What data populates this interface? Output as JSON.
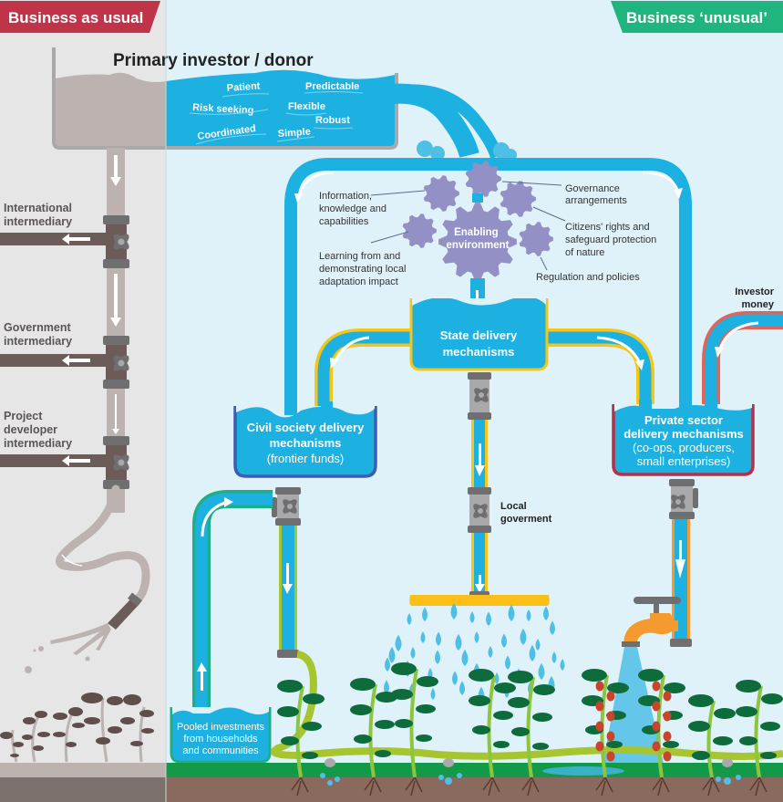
{
  "headers": {
    "left": "Business as usual",
    "right": "Business ‘unusual’"
  },
  "title": "Primary investor / donor",
  "donor_qualities": [
    "Patient",
    "Predictable",
    "Risk seeking",
    "Flexible",
    "Robust",
    "Coordinated",
    "Simple"
  ],
  "business_as_usual": {
    "intermediaries": [
      {
        "line1": "International",
        "line2": "intermediary",
        "line3": ""
      },
      {
        "line1": "Government",
        "line2": "intermediary",
        "line3": ""
      },
      {
        "line1": "Project",
        "line2": "developer",
        "line3": "intermediary"
      }
    ]
  },
  "enabling_environment": {
    "center_line1": "Enabling",
    "center_line2": "environment",
    "factors": {
      "info": [
        "Information,",
        "knowledge and",
        "capabilities"
      ],
      "learning": [
        "Learning from and",
        "demonstrating local",
        "adaptation impact"
      ],
      "governance": [
        "Governance",
        "arrangements"
      ],
      "citizens": [
        "Citizens' rights and",
        "safeguard protection",
        "of nature"
      ],
      "regulation": [
        "Regulation and policies"
      ]
    }
  },
  "tanks": {
    "state": {
      "line1": "State delivery",
      "line2": "mechanisms"
    },
    "civil": {
      "line1": "Civil society delivery",
      "line2": "mechanisms",
      "line3": "(frontier funds)"
    },
    "private": {
      "line1": "Private sector",
      "line2": "delivery mechanisms",
      "line3": "(co-ops, producers,",
      "line4": "small enterprises)"
    },
    "pooled": {
      "line1": "Pooled investments",
      "line2": "from households",
      "line3": "and communities"
    }
  },
  "labels": {
    "investor_money": [
      "Investor",
      "money"
    ],
    "local_government": [
      "Local",
      "goverment"
    ]
  },
  "colors": {
    "left_header": "#c0344a",
    "right_header": "#20b47e",
    "water": "#1cb1e0",
    "left_bg": "#e6e6e6",
    "right_bg": "#dff2f9",
    "gear": "#9390c6",
    "state_outline": "#f5c518",
    "civil_outline": "#3f5db0",
    "private_outline": "#b5304a",
    "investor_outline": "#e0645a",
    "pooled_outline": "#1fae8a",
    "hose": "#a7c52e",
    "soil": "#8a6a5e",
    "grass": "#129a48",
    "plant_leaf": "#0e6b3c",
    "plant_stem": "#8cc63f",
    "berry": "#c8442c",
    "faucet": "#f59a2e",
    "pipe_grey": "#8e8f93"
  }
}
